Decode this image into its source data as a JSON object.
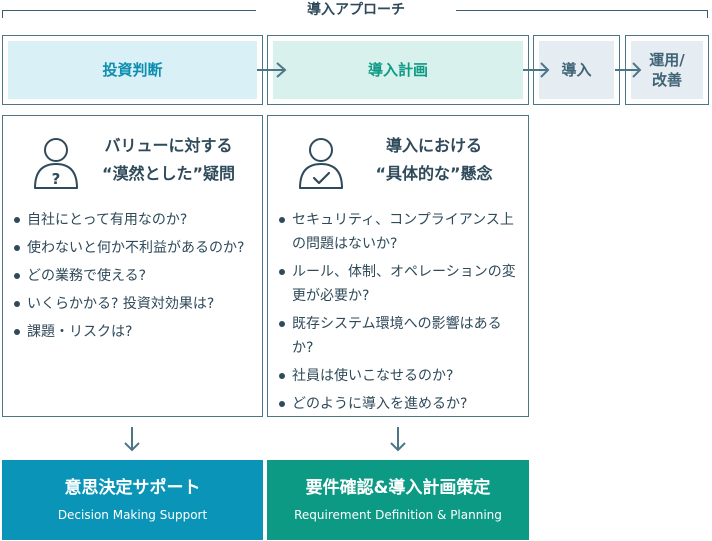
{
  "approach": {
    "title": "導入アプローチ"
  },
  "phases": [
    {
      "label": "投資判断"
    },
    {
      "label": "導入計画"
    },
    {
      "label": "導入"
    },
    {
      "label_line1": "運用/",
      "label_line2": "改善"
    }
  ],
  "panels": [
    {
      "title_line1": "バリューに対する",
      "title_line2": "“漠然とした”疑問",
      "items": [
        "自社にとって有用なのか?",
        "使わないと何か不利益があるのか?",
        "どの業務で使える?",
        "いくらかかる? 投資対効果は?",
        "課題・リスクは?"
      ]
    },
    {
      "title_line1": "導入における",
      "title_line2": "“具体的な”懸念",
      "items": [
        "セキュリティ、コンプライアンス上の問題はないか?",
        "ルール、体制、オペレーションの変更が必要か?",
        "既存システム環境への影響はあるか?",
        "社員は使いこなせるのか?",
        "どのように導入を進めるか?"
      ]
    }
  ],
  "outcomes": [
    {
      "title": "意思決定サポート",
      "subtitle": "Decision Making Support"
    },
    {
      "title": "要件確認&導入計画策定",
      "subtitle": "Requirement Definition & Planning"
    }
  ],
  "colors": {
    "blue": "#0a95b8",
    "green": "#0c9a84",
    "border": "#4c7586",
    "text": "#2f4a5a"
  },
  "icons": [
    "person-question-icon",
    "person-check-icon",
    "arrow-right-icon",
    "arrow-down-icon"
  ]
}
